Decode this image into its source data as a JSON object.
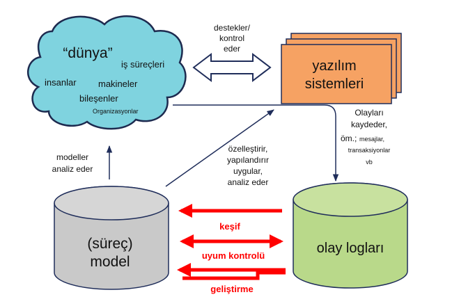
{
  "cloud": {
    "title": "“dünya”",
    "items": {
      "is_surecleri": "iş süreçleri",
      "insanlar": "insanlar",
      "makineler": "makineler",
      "bilesenler": "bileşenler",
      "organizasyonlar": "Organizasyonlar"
    },
    "fill": "#7fd3df"
  },
  "software": {
    "line1": "yazılım",
    "line2": "sistemleri",
    "fill": "#f6a263"
  },
  "supports_label": {
    "line1": "destekler/",
    "line2": "kontrol",
    "line3": "eder"
  },
  "models_label": {
    "line1": "modeller",
    "line2": "analiz eder"
  },
  "specializes_label": {
    "line1": "özelleştirir,",
    "line2": "yapılandırır",
    "line3": "uygular,",
    "line4": "analiz eder"
  },
  "records_label": {
    "line1": "Olayları",
    "line2": "kaydeder,",
    "line3a": "öm.;",
    "line3b": "mesajlar,",
    "line4": "transaksiyonlar",
    "line5": "vb"
  },
  "process_model": {
    "line1": "(süreç)",
    "line2": "model",
    "fill": "#c9c9c9"
  },
  "event_logs": {
    "label": "olay logları",
    "fill": "#b9d98a"
  },
  "red_arrows": {
    "kesif": "keşif",
    "uyum": "uyum kontrolü",
    "gelistirme": "geliştirme",
    "color": "#ff0000"
  }
}
